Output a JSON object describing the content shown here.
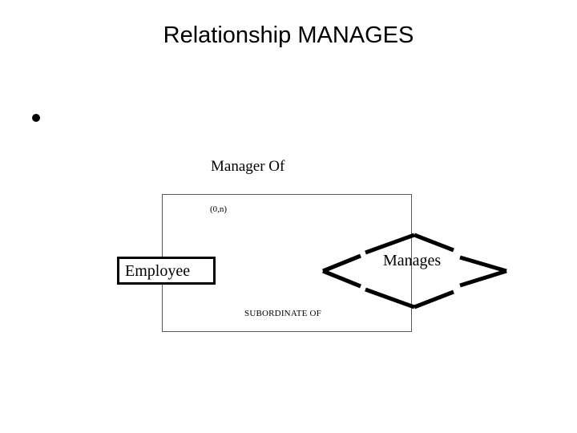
{
  "slide": {
    "title": "Relationship MANAGES",
    "background_color": "#ffffff",
    "text_color": "#000000"
  },
  "body": {
    "bullets": [
      {
        "marker": "bullet-dot",
        "text": ""
      }
    ]
  },
  "diagram": {
    "type": "entity-relationship",
    "entity": {
      "name": "Employee",
      "shape": "rectangle",
      "border_color": "#000000"
    },
    "relationship": {
      "name": "Manages",
      "shape": "diamond",
      "border_color": "#000000"
    },
    "roles": [
      {
        "name": "Manager Of",
        "position": "top"
      },
      {
        "name": "SUBORDINATE OF",
        "position": "bottom"
      }
    ],
    "cardinalities": [
      {
        "value": "(0,n)",
        "position": "top-left"
      }
    ],
    "connector": {
      "shape": "rectangle-loop",
      "color": "#595959"
    }
  }
}
